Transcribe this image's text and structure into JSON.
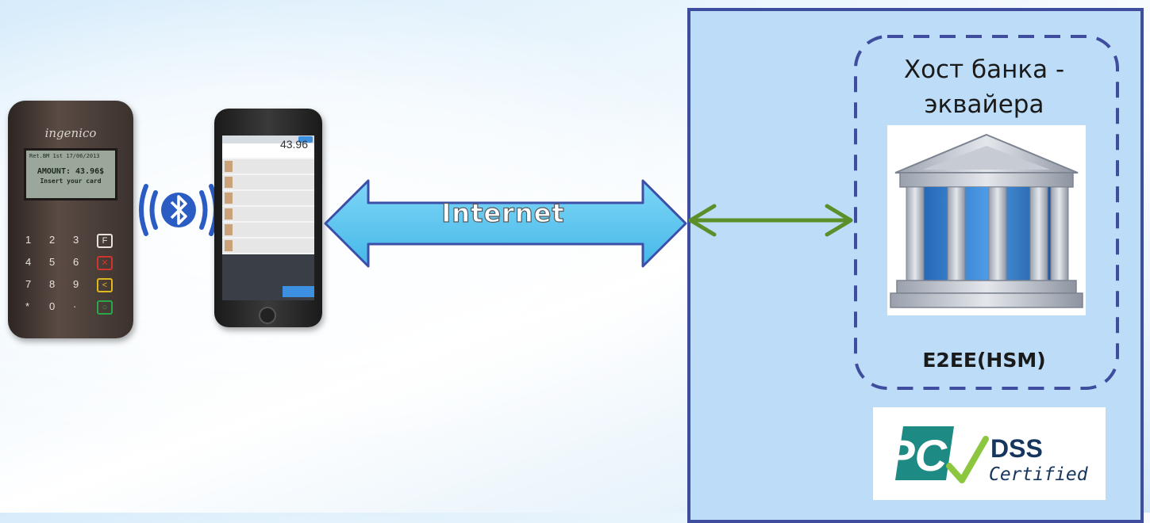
{
  "host": {
    "title_line1": "Хост банка -",
    "title_line2": "эквайера"
  },
  "link": {
    "label": "Internet"
  },
  "security": {
    "hsm_label": "E2EE(HSM)",
    "pci_logo_text": "PCI",
    "pci_dss": "DSS",
    "pci_certified": "Certified"
  },
  "terminal": {
    "brand": "ingenico",
    "screen_status": "Ret.BM 1st 17/06/2013",
    "screen_amount": "AMOUNT: 43.96$",
    "screen_prompt": "Insert your card",
    "keys": [
      "1",
      "2",
      "3",
      "F",
      "4",
      "5",
      "6",
      "✕",
      "7",
      "8",
      "9",
      "<",
      "*",
      "0",
      "·",
      "○"
    ]
  },
  "phone": {
    "amount": "43.96"
  },
  "colors": {
    "panel_fill": "#bcdcf8",
    "panel_border": "#3e4d9e",
    "arrow_fill": "#5ec8f2",
    "link_arrow": "#5a8f2a",
    "bluetooth": "#2a5cc4",
    "dashed_border": "#3e4d9e"
  }
}
